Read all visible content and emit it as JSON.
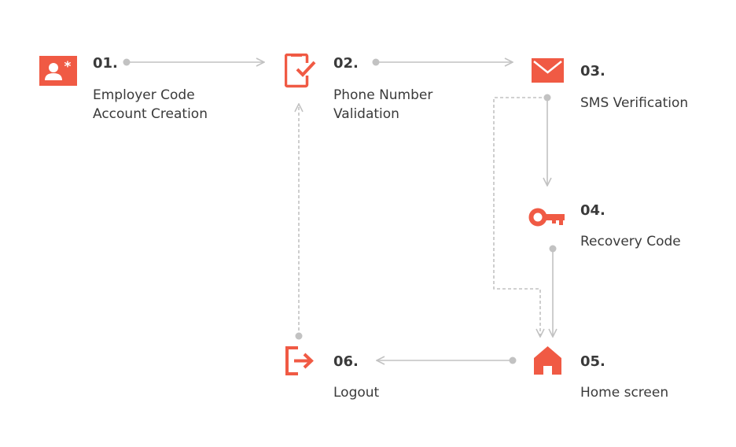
{
  "accent_color": "#f05a44",
  "connector_color": "#c2c2c2",
  "steps": [
    {
      "number": "01.",
      "label_lines": [
        "Employer Code",
        "Account Creation"
      ],
      "icon": "user-asterisk-icon"
    },
    {
      "number": "02.",
      "label_lines": [
        "Phone Number",
        "Validation"
      ],
      "icon": "phone-check-icon"
    },
    {
      "number": "03.",
      "label_lines": [
        "SMS Verification"
      ],
      "icon": "envelope-icon"
    },
    {
      "number": "04.",
      "label_lines": [
        "Recovery Code"
      ],
      "icon": "key-icon"
    },
    {
      "number": "05.",
      "label_lines": [
        "Home screen"
      ],
      "icon": "home-icon"
    },
    {
      "number": "06.",
      "label_lines": [
        "Logout"
      ],
      "icon": "logout-icon"
    }
  ],
  "connections": [
    {
      "from": "01.",
      "to": "02.",
      "style": "solid"
    },
    {
      "from": "02.",
      "to": "03.",
      "style": "solid"
    },
    {
      "from": "03.",
      "to": "04.",
      "style": "solid"
    },
    {
      "from": "03.",
      "to": "05.",
      "style": "dashed"
    },
    {
      "from": "04.",
      "to": "05.",
      "style": "solid"
    },
    {
      "from": "05.",
      "to": "06.",
      "style": "solid"
    },
    {
      "from": "06.",
      "to": "02.",
      "style": "dashed"
    }
  ]
}
